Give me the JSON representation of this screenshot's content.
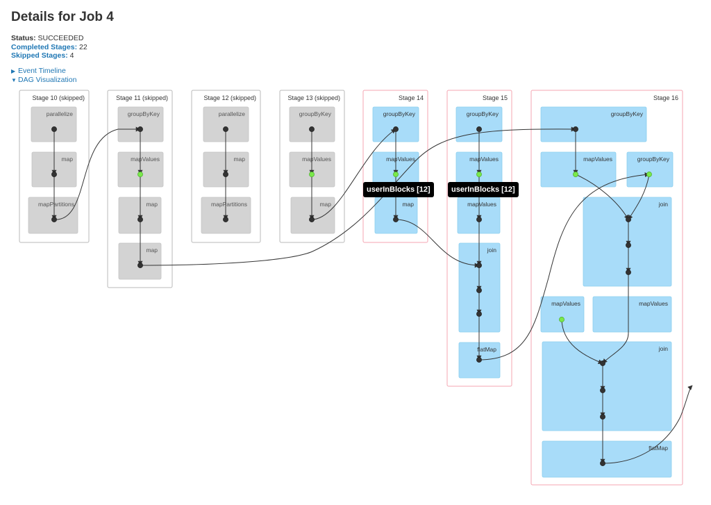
{
  "page": {
    "title": "Details for Job 4"
  },
  "summary": {
    "status_label": "Status:",
    "status_value": "SUCCEEDED",
    "completed_label": "Completed Stages:",
    "completed_value": "22",
    "skipped_label": "Skipped Stages:",
    "skipped_value": "4"
  },
  "toggles": {
    "event_timeline": "Event Timeline",
    "dag_visualization": "DAG Visualization"
  },
  "colors": {
    "skipped_border": "#b8b8b8",
    "active_border": "#f4a5b2",
    "skipped_node": "#d3d3d3",
    "active_node": "#a8dcf9",
    "cached_dot": "#7ae84a",
    "dot": "#333333"
  },
  "stages": [
    {
      "title": "Stage 10 (skipped)",
      "skipped": true,
      "nodes": [
        "parallelize",
        "map",
        "mapPartitions"
      ]
    },
    {
      "title": "Stage 11 (skipped)",
      "skipped": true,
      "nodes": [
        "groupByKey",
        "mapValues",
        "map",
        "map"
      ]
    },
    {
      "title": "Stage 12 (skipped)",
      "skipped": true,
      "nodes": [
        "parallelize",
        "map",
        "mapPartitions"
      ]
    },
    {
      "title": "Stage 13 (skipped)",
      "skipped": true,
      "nodes": [
        "groupByKey",
        "mapValues",
        "map"
      ]
    },
    {
      "title": "Stage 14",
      "skipped": false,
      "nodes": [
        "groupByKey",
        "mapValues",
        "map"
      ]
    },
    {
      "title": "Stage 15",
      "skipped": false,
      "nodes": [
        "groupByKey",
        "mapValues",
        "mapValues",
        "join",
        "flatMap"
      ]
    },
    {
      "title": "Stage 16",
      "skipped": false,
      "nodes": [
        "groupByKey",
        "mapValues",
        "groupByKey",
        "join",
        "mapValues",
        "mapValues",
        "join",
        "flatMap"
      ]
    }
  ],
  "tooltips": [
    "userInBlocks [12]",
    "userInBlocks [12]"
  ]
}
